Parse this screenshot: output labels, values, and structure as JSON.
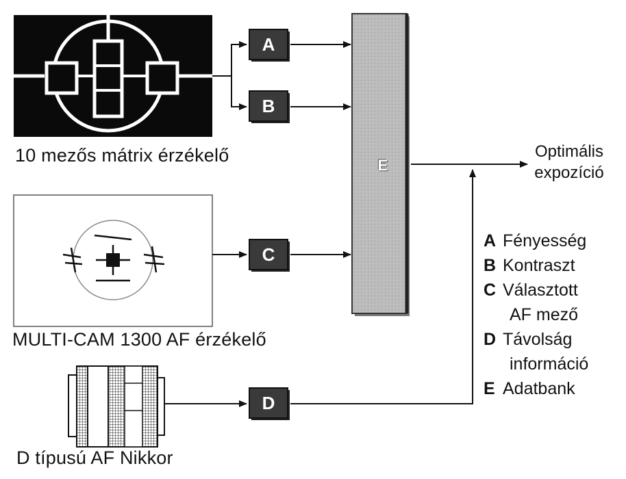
{
  "inputs": {
    "matrix_caption": "10 mezős mátrix érzékelő",
    "af_caption": "MULTI-CAM 1300 AF érzékelő",
    "lens_caption": "D típusú AF Nikkor"
  },
  "boxes": {
    "a": "A",
    "b": "B",
    "c": "C",
    "d": "D",
    "e": "E"
  },
  "output": {
    "line1": "Optimális",
    "line2": "expozíció"
  },
  "legend": {
    "a_key": "A",
    "a_text": "Fényesség",
    "b_key": "B",
    "b_text": "Kontraszt",
    "c_key": "C",
    "c_text": "Választott",
    "c_text2": "AF mező",
    "d_key": "D",
    "d_text": "Távolság",
    "d_text2": "információ",
    "e_key": "E",
    "e_text": "Adatbank"
  },
  "colors": {
    "box_fill": "#3a3a3a",
    "databank_fill": "#cfcfcf",
    "line": "#111111"
  }
}
